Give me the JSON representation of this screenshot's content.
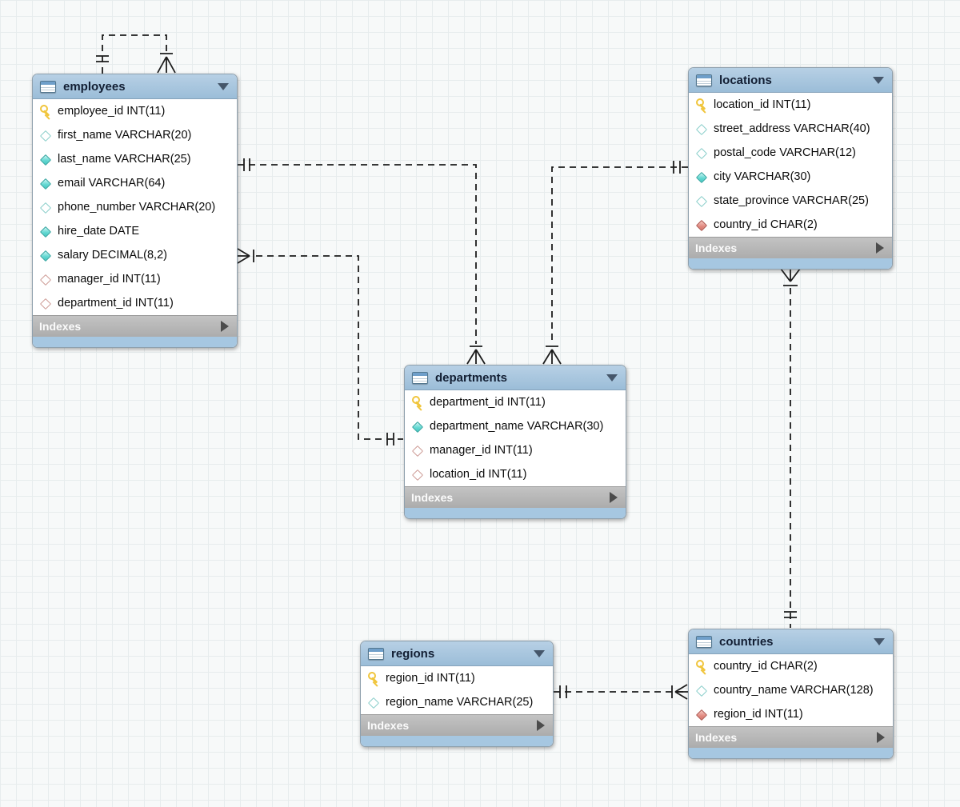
{
  "diagram": {
    "tables": [
      {
        "name": "employees",
        "footer_label": "Indexes",
        "columns": [
          {
            "text": "employee_id INT(11)",
            "icon": "key"
          },
          {
            "text": "first_name VARCHAR(20)",
            "icon": "diamond-cyan-hollow"
          },
          {
            "text": "last_name VARCHAR(25)",
            "icon": "diamond-cyan-filled"
          },
          {
            "text": "email VARCHAR(64)",
            "icon": "diamond-cyan-filled"
          },
          {
            "text": "phone_number VARCHAR(20)",
            "icon": "diamond-cyan-hollow"
          },
          {
            "text": "hire_date DATE",
            "icon": "diamond-cyan-filled"
          },
          {
            "text": "salary DECIMAL(8,2)",
            "icon": "diamond-cyan-filled"
          },
          {
            "text": "manager_id INT(11)",
            "icon": "diamond-red-hollow"
          },
          {
            "text": "department_id INT(11)",
            "icon": "diamond-red-hollow"
          }
        ]
      },
      {
        "name": "locations",
        "footer_label": "Indexes",
        "columns": [
          {
            "text": "location_id INT(11)",
            "icon": "key"
          },
          {
            "text": "street_address VARCHAR(40)",
            "icon": "diamond-cyan-hollow"
          },
          {
            "text": "postal_code VARCHAR(12)",
            "icon": "diamond-cyan-hollow"
          },
          {
            "text": "city VARCHAR(30)",
            "icon": "diamond-cyan-filled"
          },
          {
            "text": "state_province VARCHAR(25)",
            "icon": "diamond-cyan-hollow"
          },
          {
            "text": "country_id CHAR(2)",
            "icon": "diamond-red-filled"
          }
        ]
      },
      {
        "name": "departments",
        "footer_label": "Indexes",
        "columns": [
          {
            "text": "department_id INT(11)",
            "icon": "key"
          },
          {
            "text": "department_name VARCHAR(30)",
            "icon": "diamond-cyan-filled"
          },
          {
            "text": "manager_id INT(11)",
            "icon": "diamond-red-hollow"
          },
          {
            "text": "location_id INT(11)",
            "icon": "diamond-red-hollow"
          }
        ]
      },
      {
        "name": "regions",
        "footer_label": "Indexes",
        "columns": [
          {
            "text": "region_id INT(11)",
            "icon": "key"
          },
          {
            "text": "region_name VARCHAR(25)",
            "icon": "diamond-cyan-hollow"
          }
        ]
      },
      {
        "name": "countries",
        "footer_label": "Indexes",
        "columns": [
          {
            "text": "country_id CHAR(2)",
            "icon": "key"
          },
          {
            "text": "country_name VARCHAR(128)",
            "icon": "diamond-cyan-hollow"
          },
          {
            "text": "region_id INT(11)",
            "icon": "diamond-red-filled"
          }
        ]
      }
    ],
    "connectors": [
      {
        "id": "employees-self-reference",
        "from": "employees",
        "to": "employees",
        "from_cardinality": "one-mandatory",
        "to_cardinality": "many-mandatory"
      },
      {
        "id": "employees-departments-top-left",
        "from": "employees",
        "to": "departments",
        "from_cardinality": "one-mandatory",
        "to_cardinality": "many-mandatory"
      },
      {
        "id": "locations-departments-top-right",
        "from": "locations",
        "to": "departments",
        "from_cardinality": "one-mandatory",
        "to_cardinality": "many-mandatory"
      },
      {
        "id": "departments-employees-left",
        "from": "departments",
        "to": "employees",
        "from_cardinality": "one-mandatory",
        "to_cardinality": "many-mandatory"
      },
      {
        "id": "locations-countries-vertical",
        "from": "locations",
        "to": "countries",
        "from_cardinality": "many-mandatory",
        "to_cardinality": "one-mandatory"
      },
      {
        "id": "regions-countries-horizontal",
        "from": "regions",
        "to": "countries",
        "from_cardinality": "one-mandatory",
        "to_cardinality": "many-mandatory"
      }
    ],
    "colors": {
      "header_blue": "#a9c6e0",
      "bottom_strip_blue": "#a6c7e1",
      "indexes_bar_gray": "#b5b5b5",
      "key_yellow": "#f0c53c",
      "column_cyan": "#65d9d3",
      "foreign_key_red": "#e18a80",
      "connector_black": "#1c1c1c",
      "canvas_grid": "#e7eced"
    }
  }
}
